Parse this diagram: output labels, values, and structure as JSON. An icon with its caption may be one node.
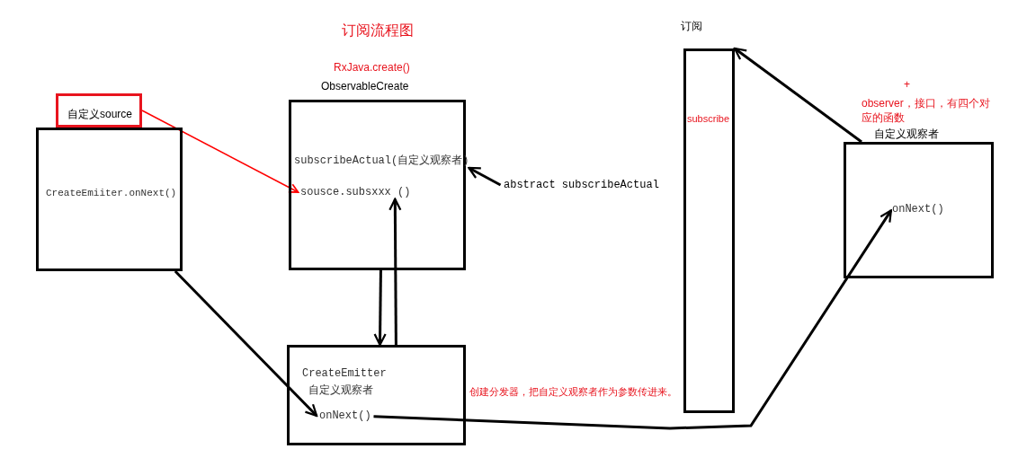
{
  "diagram": {
    "title": "订阅流程图",
    "nodes": [
      {
        "text": [
          "自定义source"
        ]
      },
      {
        "text": [
          "CreateEmiiter.onNext()"
        ]
      },
      {
        "text": [
          "ObservableCreate"
        ],
        "beside": [
          "RxJava.create()"
        ]
      },
      {
        "text": [
          "subscribeActual(自定义观察者)"
        ],
        "in": 2
      },
      {
        "text": [
          "sousce.subsxxx ()"
        ],
        "in": 2
      },
      {
        "text": [
          "abstract subscribeActual"
        ]
      },
      {
        "text": [
          "CreateEmitter",
          "自定义观察者"
        ]
      },
      {
        "text": [
          "onNext()"
        ],
        "in": 6
      },
      {
        "text": [
          "订阅",
          "subscribe"
        ]
      },
      {
        "text": [
          "自定义观察者"
        ]
      },
      {
        "text": [
          "onNext()"
        ],
        "in": 9
      }
    ],
    "edges": [
      {
        "from": 0,
        "to": 4,
        "arrow": "to",
        "color": "#ff0000"
      },
      {
        "from": 1,
        "to": 7,
        "arrow": "to"
      },
      {
        "from": 5,
        "to": 3,
        "arrow": "to"
      },
      {
        "from": 6,
        "to": 4,
        "arrow": "to"
      },
      {
        "from": 2,
        "to": 6,
        "arrow": "to"
      },
      {
        "from": 7,
        "to": 10,
        "arrow": "to"
      },
      {
        "from": 9,
        "to": 8,
        "arrow": "to"
      }
    ],
    "labels": [
      "+",
      "observer，接口，有四个对应的函数",
      "创建分发器，把自定义观察者作为参数传进来。"
    ]
  }
}
